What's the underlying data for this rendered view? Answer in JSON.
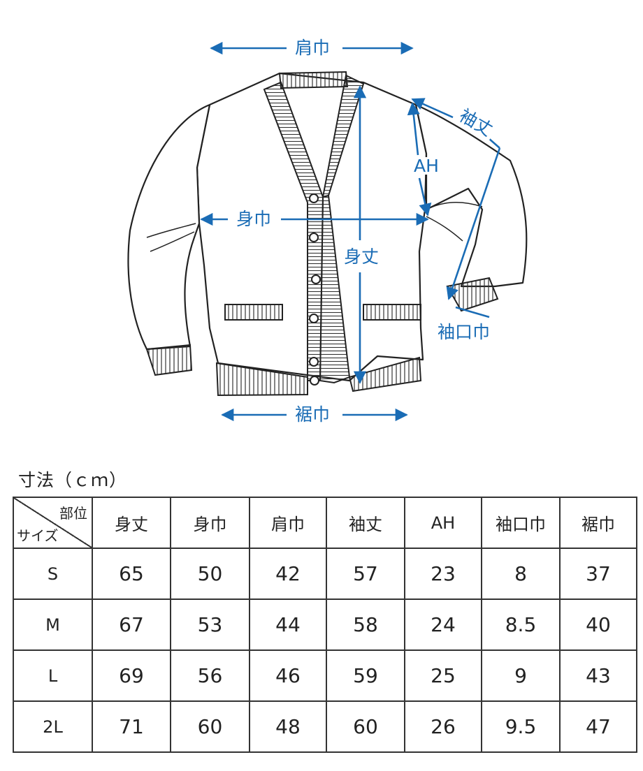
{
  "diagram": {
    "labels": {
      "shoulder_width": "肩巾",
      "sleeve_length": "袖丈",
      "armhole": "AH",
      "body_width": "身巾",
      "body_length": "身丈",
      "cuff_width": "袖口巾",
      "hem_width": "裾巾"
    },
    "colors": {
      "measure": "#1a6cb5",
      "line": "#222222"
    }
  },
  "table": {
    "caption": "寸法（ｃｍ）",
    "corner_top": "部位",
    "corner_bottom": "サイズ",
    "headers": [
      "身丈",
      "身巾",
      "肩巾",
      "袖丈",
      "AH",
      "袖口巾",
      "裾巾"
    ],
    "rows": [
      {
        "size": "S",
        "values": [
          "65",
          "50",
          "42",
          "57",
          "23",
          "8",
          "37"
        ]
      },
      {
        "size": "M",
        "values": [
          "67",
          "53",
          "44",
          "58",
          "24",
          "8.5",
          "40"
        ]
      },
      {
        "size": "L",
        "values": [
          "69",
          "56",
          "46",
          "59",
          "25",
          "9",
          "43"
        ]
      },
      {
        "size": "2L",
        "values": [
          "71",
          "60",
          "48",
          "60",
          "26",
          "9.5",
          "47"
        ]
      }
    ]
  }
}
